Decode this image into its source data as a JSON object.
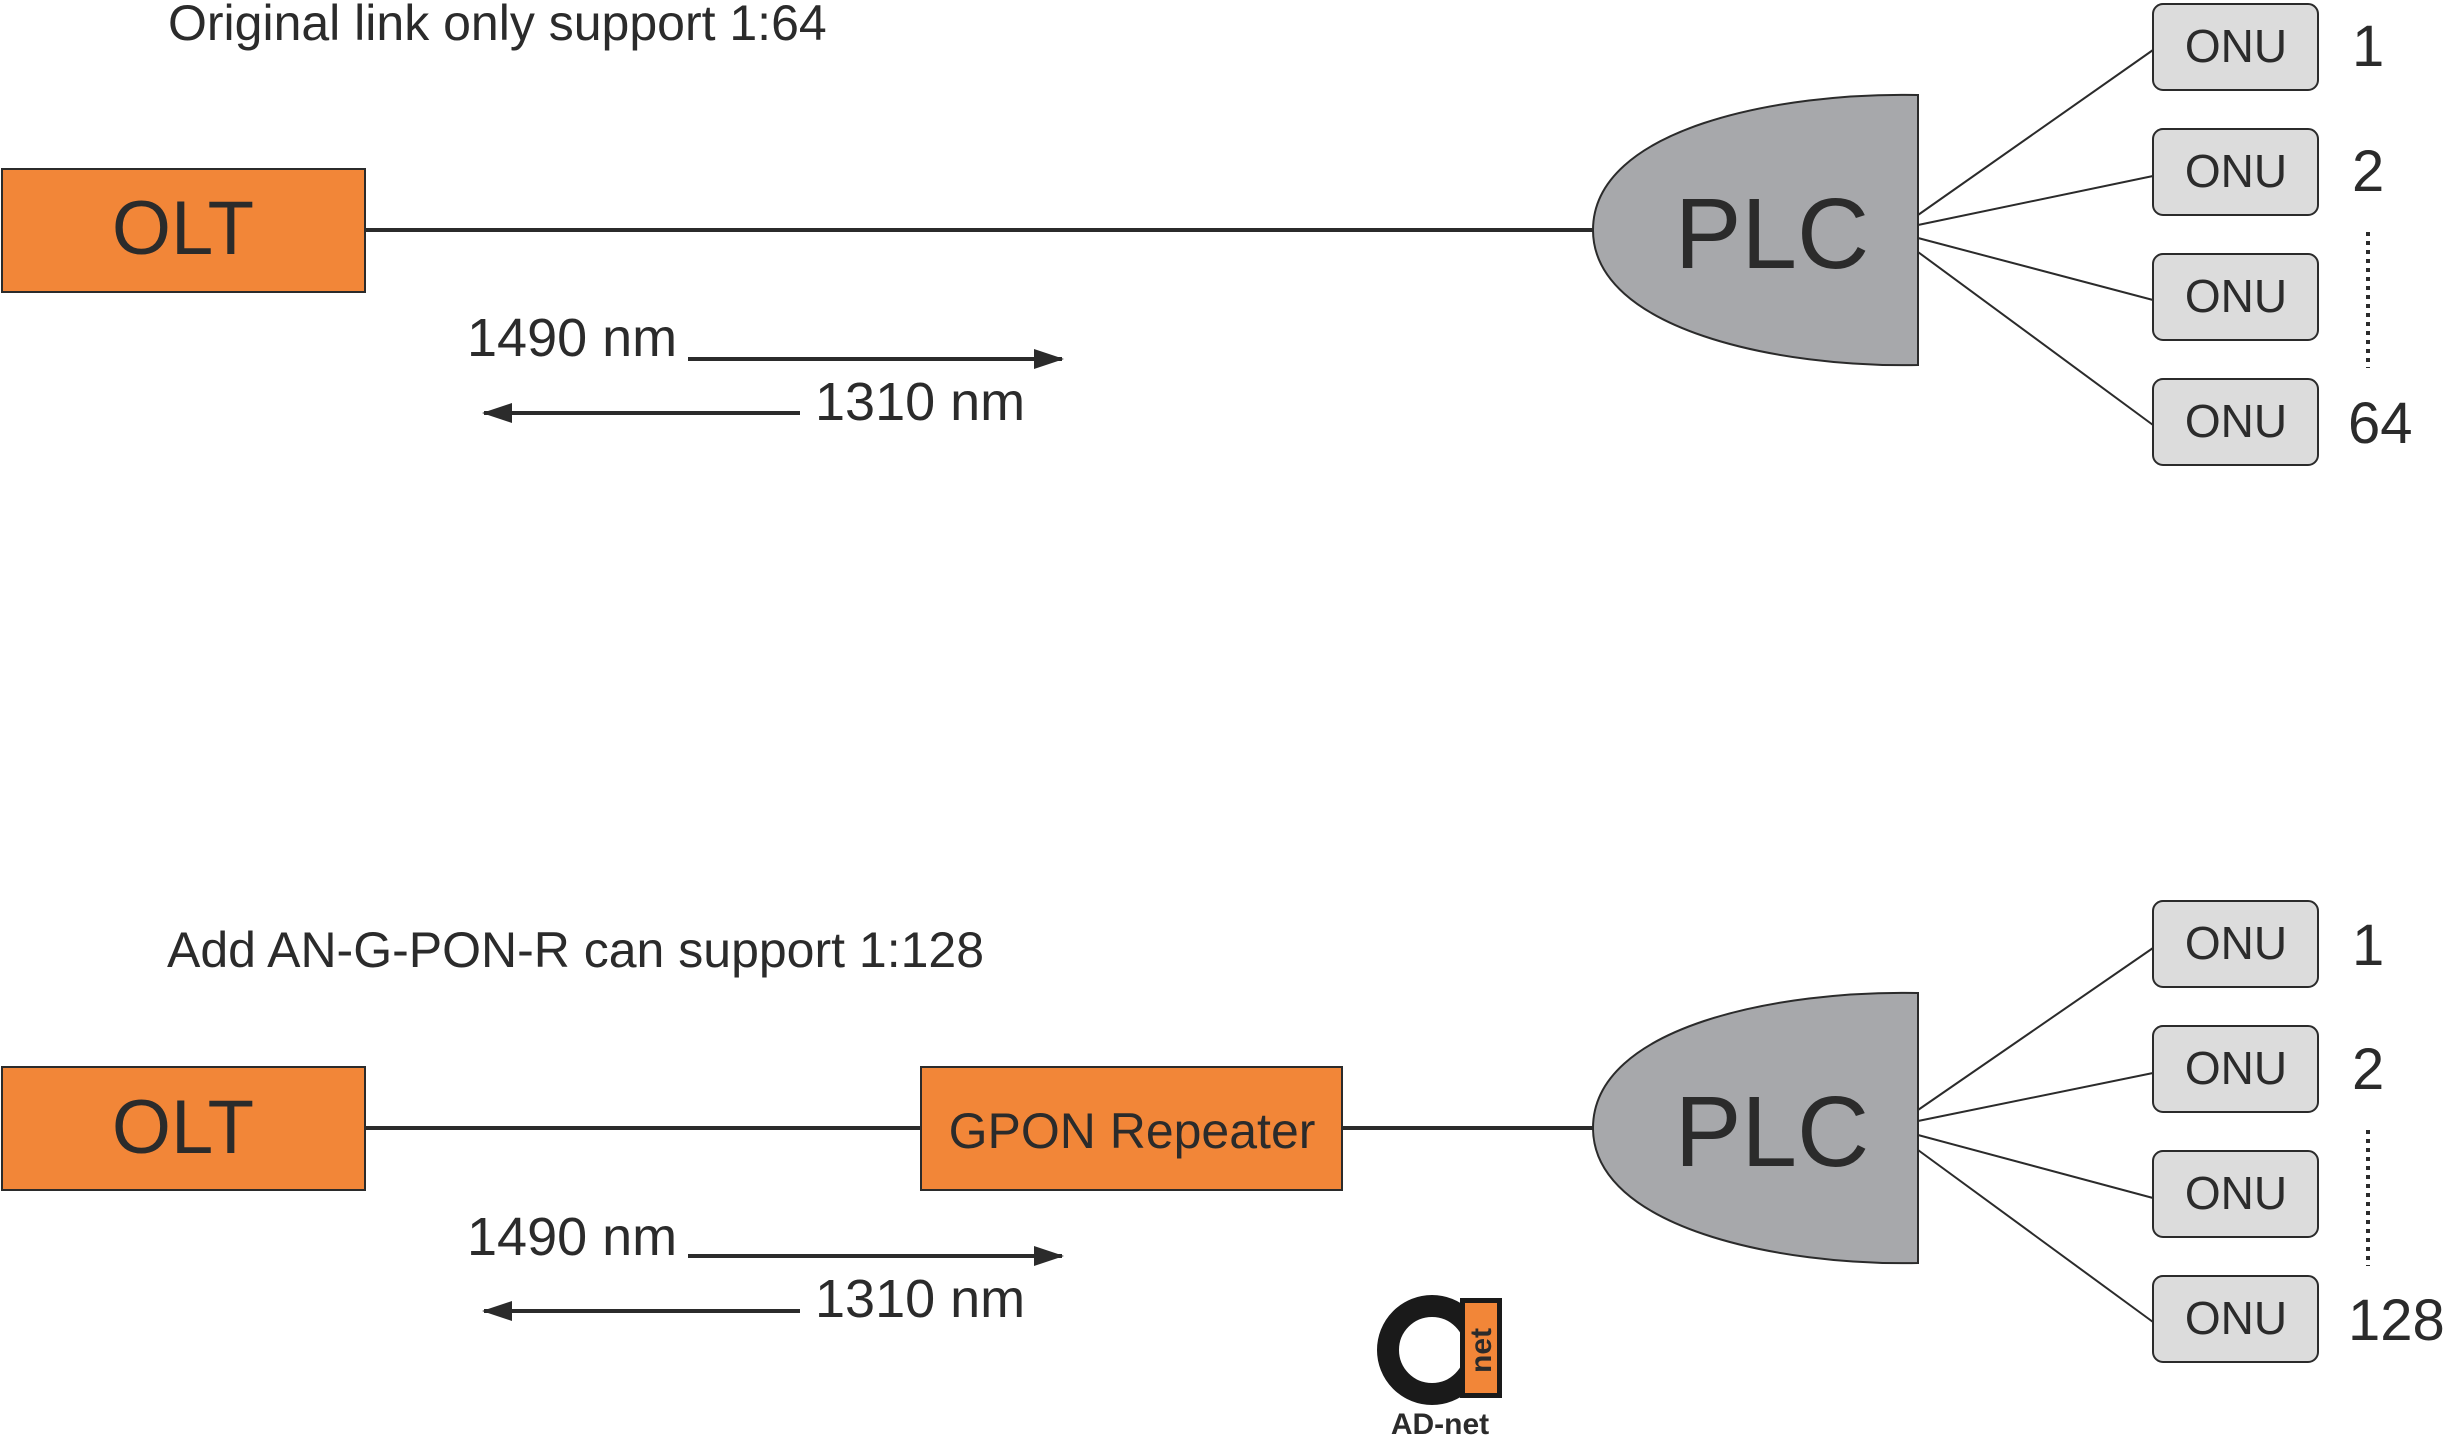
{
  "colors": {
    "olt_fill": "#f28638",
    "plc_fill": "#a7a8ab",
    "onu_fill": "#dcdcdc",
    "line": "#2b2b2b",
    "logo_accent": "#f28638"
  },
  "top": {
    "caption": "Original link only support 1:64",
    "olt_label": "OLT",
    "plc_label": "PLC",
    "downstream_label": "1490 nm",
    "upstream_label": "1310 nm",
    "onus": [
      {
        "label": "ONU",
        "index": "1"
      },
      {
        "label": "ONU",
        "index": "2"
      },
      {
        "label": "ONU",
        "index": ""
      },
      {
        "label": "ONU",
        "index": "64"
      }
    ]
  },
  "bottom": {
    "caption": "Add AN-G-PON-R can support 1:128",
    "olt_label": "OLT",
    "repeater_label": "GPON Repeater",
    "plc_label": "PLC",
    "downstream_label": "1490 nm",
    "upstream_label": "1310 nm",
    "onus": [
      {
        "label": "ONU",
        "index": "1"
      },
      {
        "label": "ONU",
        "index": "2"
      },
      {
        "label": "ONU",
        "index": ""
      },
      {
        "label": "ONU",
        "index": "128"
      }
    ]
  },
  "logo": {
    "mark_text": "net",
    "brand_text": "AD-net",
    "icon": "ad-net-logo-icon"
  }
}
